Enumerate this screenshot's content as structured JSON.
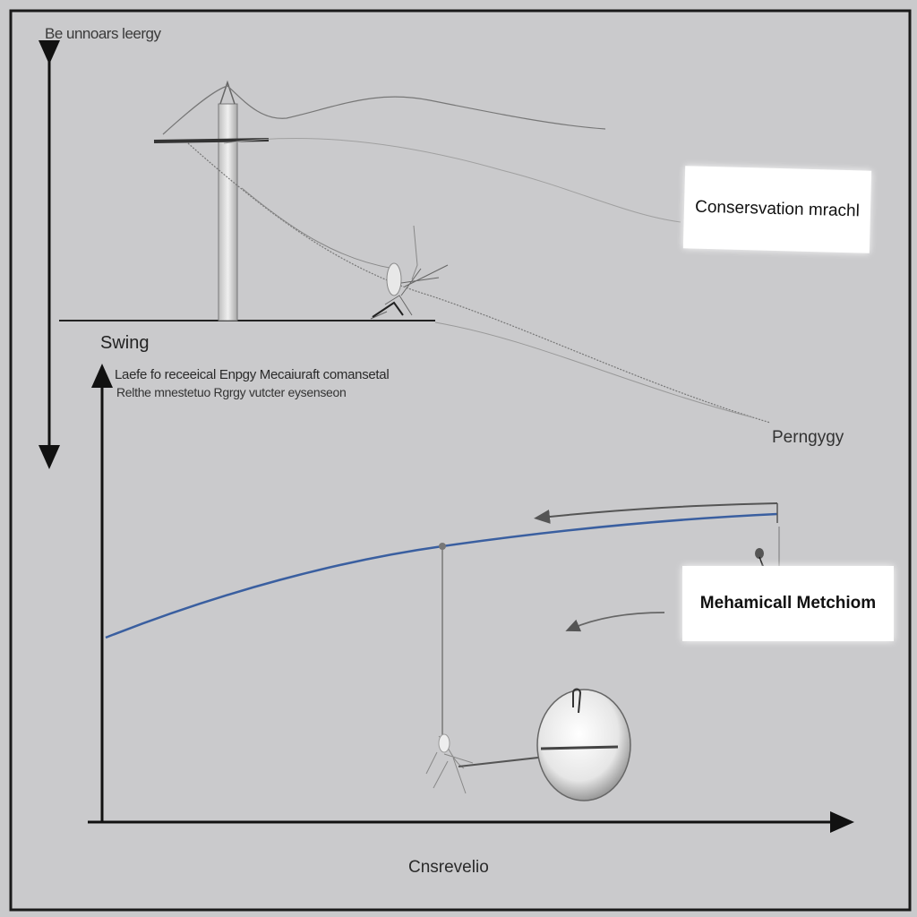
{
  "title_label": "Be unnoars leergy",
  "swing_label": "Swing",
  "description": {
    "line1": "Laefe fo receeical Enpgy Mecaiuraft comansetal",
    "line2": "Relthe mnestetuo Rgrgy vutcter eysenseon"
  },
  "energy_label": "Perngygy",
  "callouts": {
    "top": "Consersvation mrachl",
    "bottom": "Mehamicall Metchiom"
  },
  "x_axis_label": "Cnsrevelio",
  "colors": {
    "background": "#cacacc",
    "curve": "#3a5fa0",
    "axis": "#111111",
    "callout_bg": "#ffffff"
  }
}
